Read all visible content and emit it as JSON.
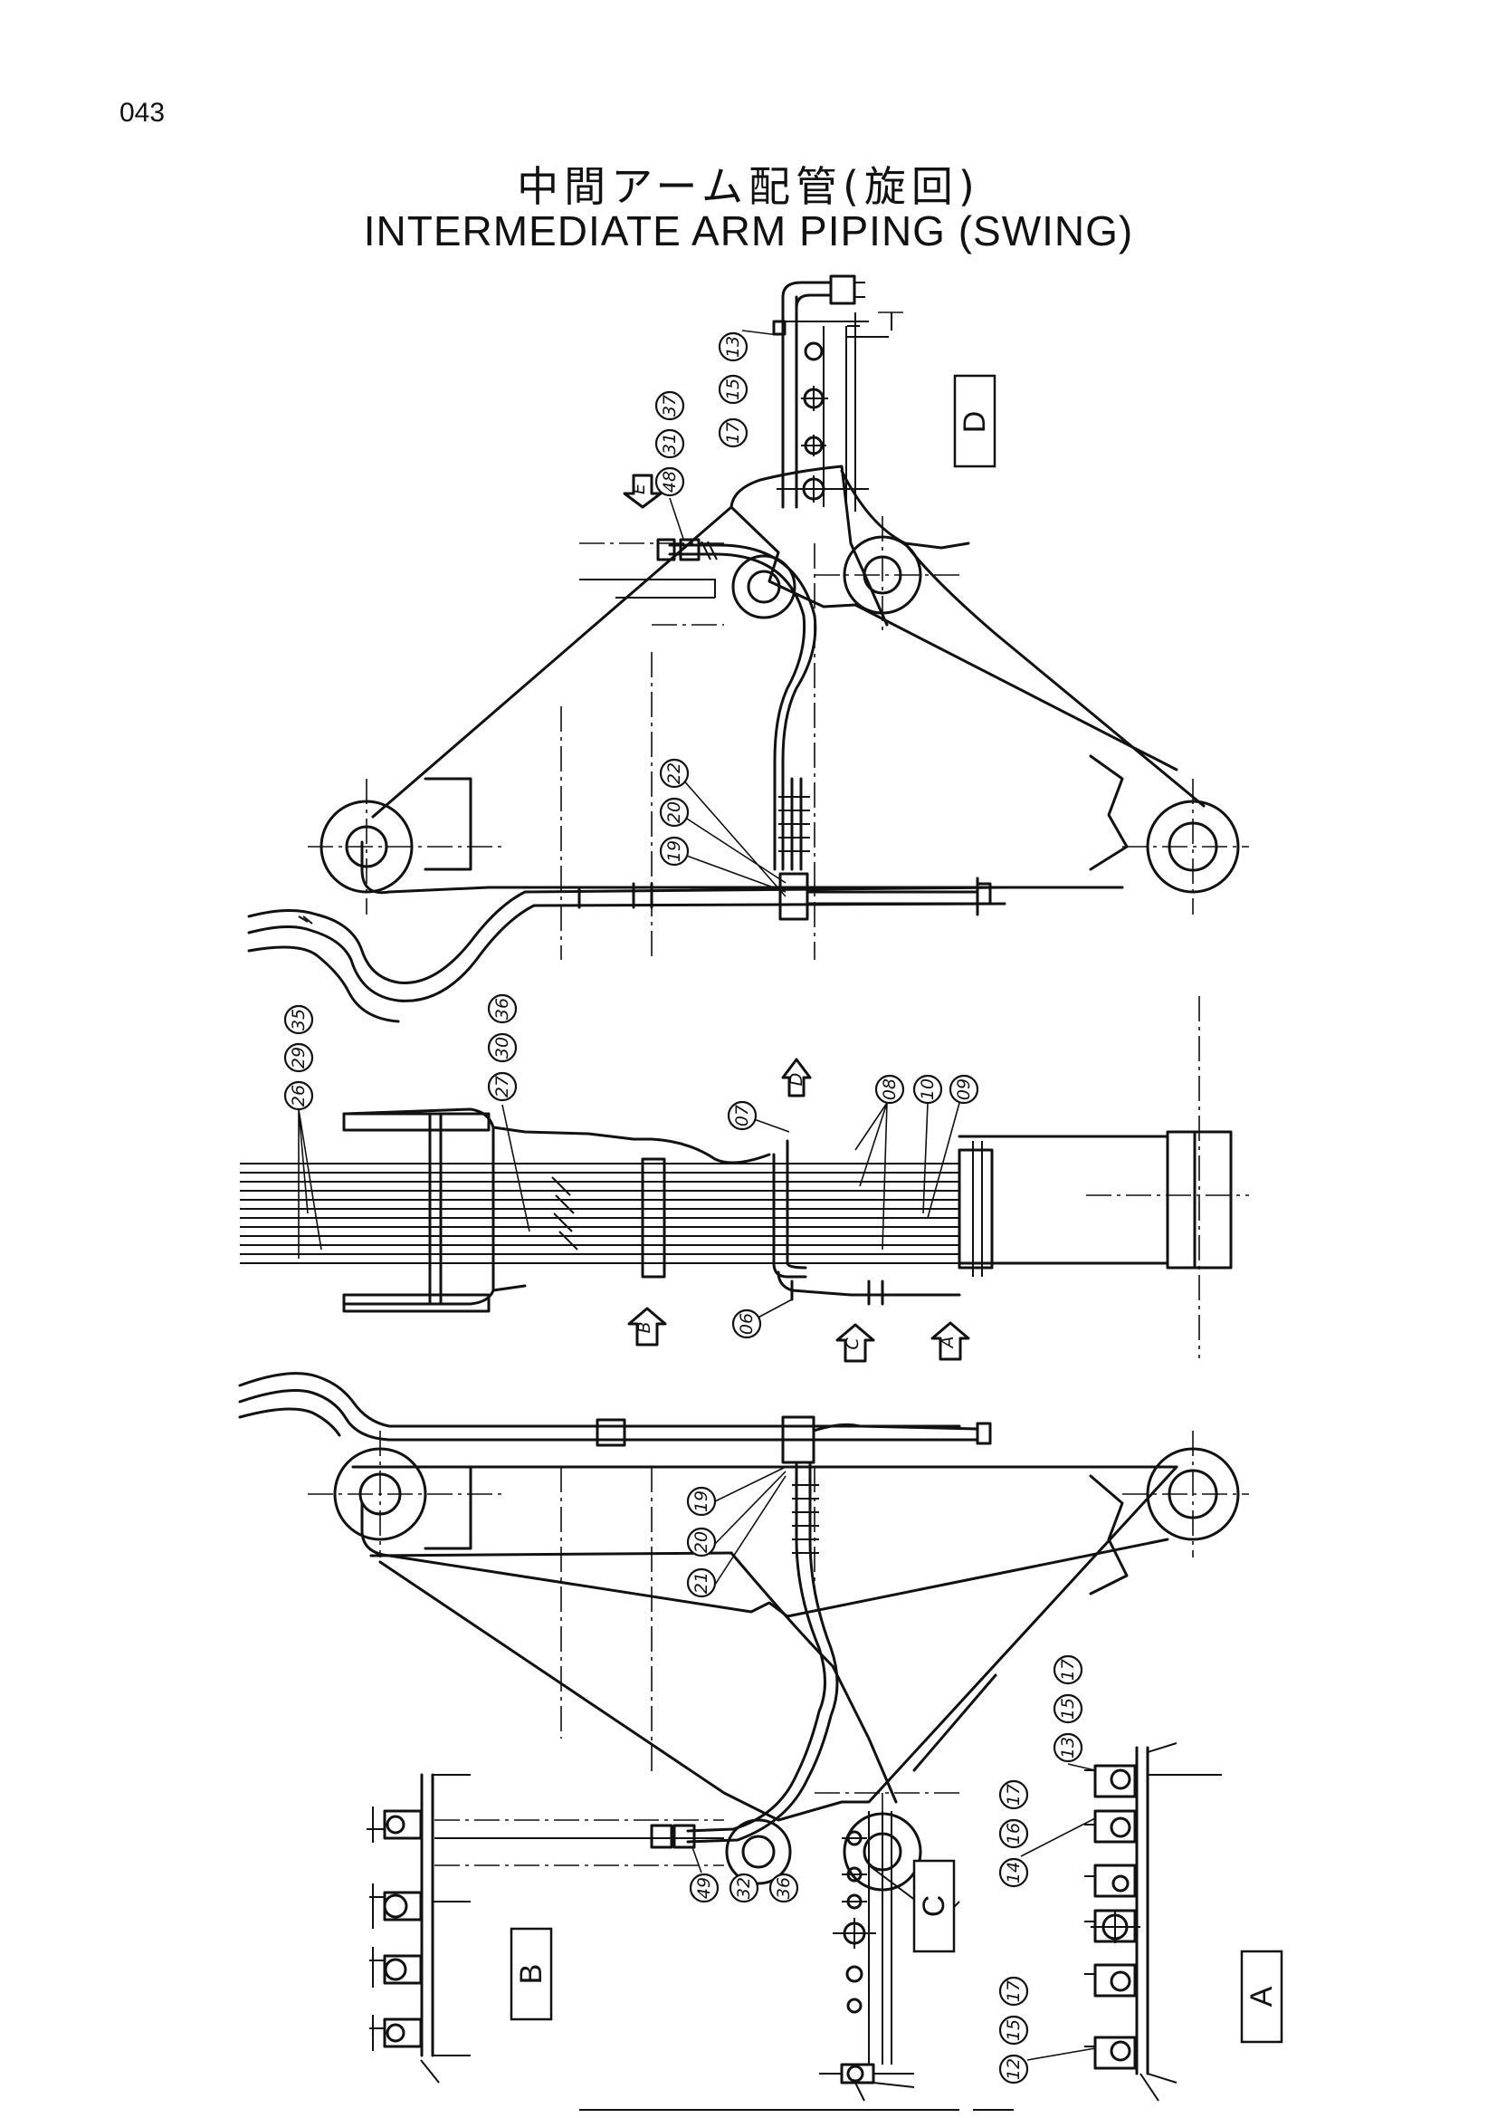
{
  "page": {
    "number": "043"
  },
  "title": {
    "japanese": "中間アーム配管(旋回)",
    "english": "INTERMEDIATE ARM PIPING (SWING)"
  },
  "views": [
    "A",
    "B",
    "C",
    "D"
  ],
  "arrows": [
    "A",
    "B",
    "C",
    "D",
    "E"
  ],
  "callouts": {
    "d_view": [
      "17",
      "15",
      "13"
    ],
    "upper_end": [
      "48",
      "31",
      "37"
    ],
    "upper_clamp": [
      "19",
      "20",
      "22"
    ],
    "mid_left": [
      "26",
      "29",
      "35"
    ],
    "mid_mid": [
      "27",
      "30",
      "36"
    ],
    "mid_top": "07",
    "mid_right": [
      "08",
      "10",
      "09"
    ],
    "mid_bottom": "06",
    "lower_clamp": [
      "19",
      "20",
      "21"
    ],
    "lower_end": [
      "49",
      "32",
      "36"
    ],
    "a_view_top": [
      "13",
      "15",
      "17"
    ],
    "a_view_mid": [
      "14",
      "16",
      "17"
    ],
    "a_view_bot": [
      "12",
      "15",
      "17"
    ]
  }
}
